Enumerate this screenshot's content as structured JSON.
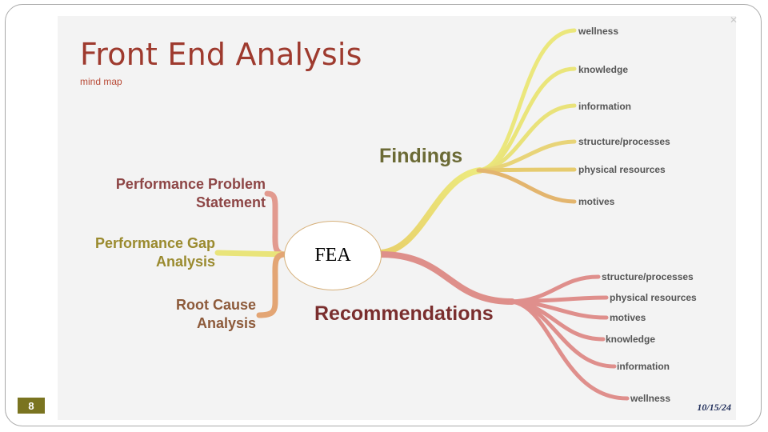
{
  "slide": {
    "title": "Front End Analysis",
    "subtitle": "mind map",
    "slide_number": "8",
    "date": "10/15/24"
  },
  "center": {
    "label": "FEA"
  },
  "left_branches": [
    {
      "id": "performance-problem-statement",
      "line1": "Performance Problem",
      "line2": "Statement",
      "color": "#e29a8f"
    },
    {
      "id": "performance-gap-analysis",
      "line1": "Performance Gap",
      "line2": "Analysis",
      "color": "#e6e27a"
    },
    {
      "id": "root-cause-analysis",
      "line1": "Root Cause",
      "line2": "Analysis",
      "color": "#e3a574"
    }
  ],
  "findings": {
    "label": "Findings",
    "color": "#e6df72",
    "leaves": [
      "wellness",
      "knowledge",
      "information",
      "structure/processes",
      "physical resources",
      "motives"
    ]
  },
  "recommendations": {
    "label": "Recommendations",
    "color": "#de8f8a",
    "leaves": [
      "structure/processes",
      "physical resources",
      "motives",
      "knowledge",
      "information",
      "wellness"
    ]
  }
}
